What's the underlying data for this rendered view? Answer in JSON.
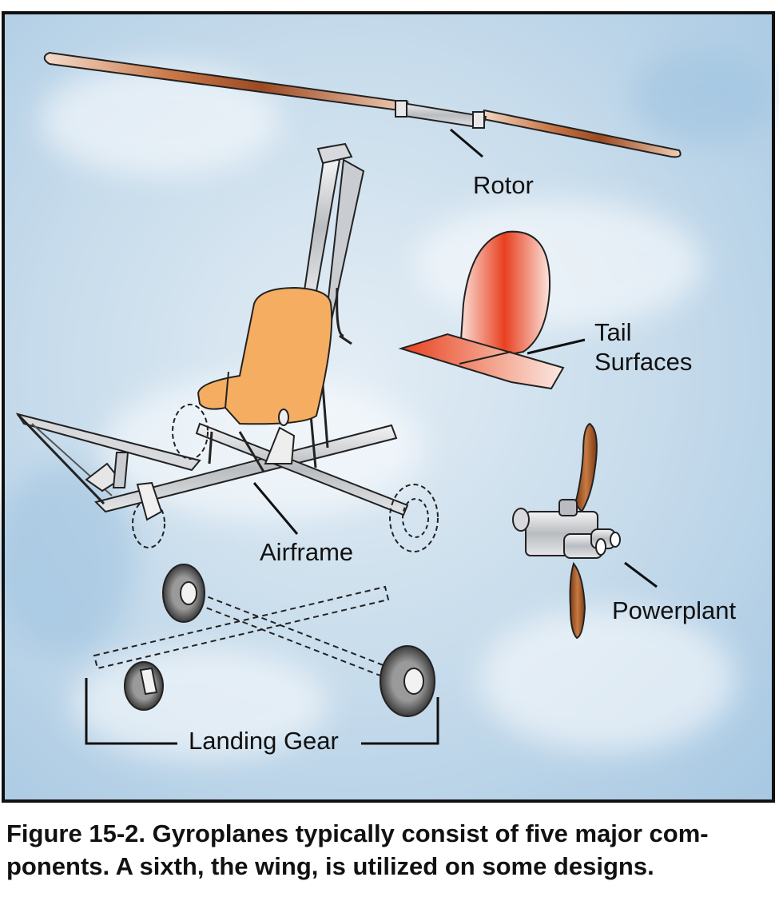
{
  "diagram": {
    "labels": {
      "rotor": "Rotor",
      "tail_line1": "Tail",
      "tail_line2": "Surfaces",
      "powerplant": "Powerplant",
      "airframe": "Airframe",
      "landing_gear": "Landing Gear"
    }
  },
  "caption": {
    "text": "Figure 15-2. Gyroplanes typically consist of five major com-ponents. A sixth, the wing, is utilized on some designs.",
    "line1": "Figure 15-2. Gyroplanes typically consist of five major com-",
    "line2": "ponents. A sixth, the wing, is utilized on some designs."
  },
  "colors": {
    "sky": "#c9dceb",
    "rotor_blade": "#b5653a",
    "tail": "#e9432a",
    "seat": "#f5ad62",
    "frame": "#c9ccd0",
    "propeller": "#a0521f"
  }
}
